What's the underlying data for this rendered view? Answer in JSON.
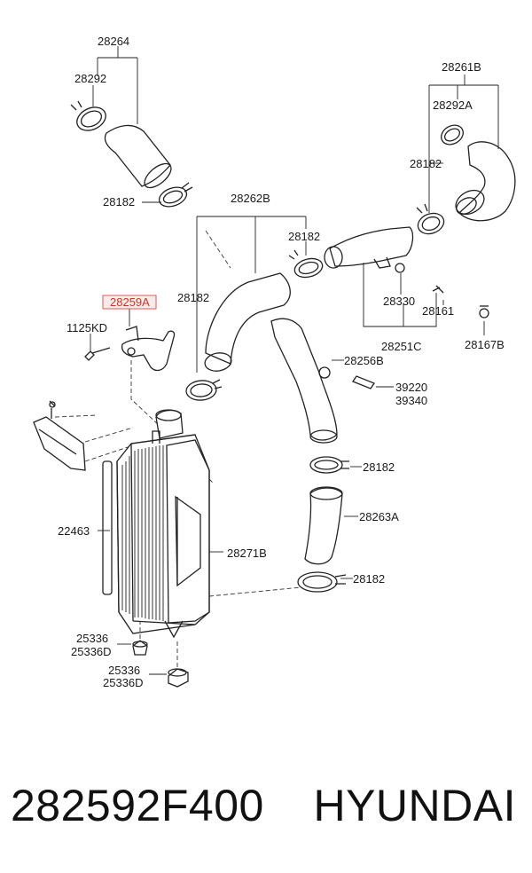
{
  "labels": {
    "l28264": "28264",
    "l28292": "28292",
    "l28182_a": "28182",
    "l28262B": "28262B",
    "l28182_b": "28182",
    "l28182_c": "28182",
    "l28259A": "28259A",
    "l1125KD": "1125KD",
    "l28261B": "28261B",
    "l28292A": "28292A",
    "l28182_d": "28182",
    "l28330": "28330",
    "l28161": "28161",
    "l28251C": "28251C",
    "l28167B": "28167B",
    "l28256B": "28256B",
    "l39220": "39220",
    "l39340": "39340",
    "l28182_e": "28182",
    "l22463": "22463",
    "l28263A": "28263A",
    "l28271B": "28271B",
    "l28182_f": "28182",
    "l25336_a": "25336",
    "l25336D_a": "25336D",
    "l25336_b": "25336",
    "l25336D_b": "25336D"
  },
  "highlight_color": "#e05a5a",
  "footer": {
    "part_number": "282592F400",
    "brand": "HYUNDAI"
  }
}
